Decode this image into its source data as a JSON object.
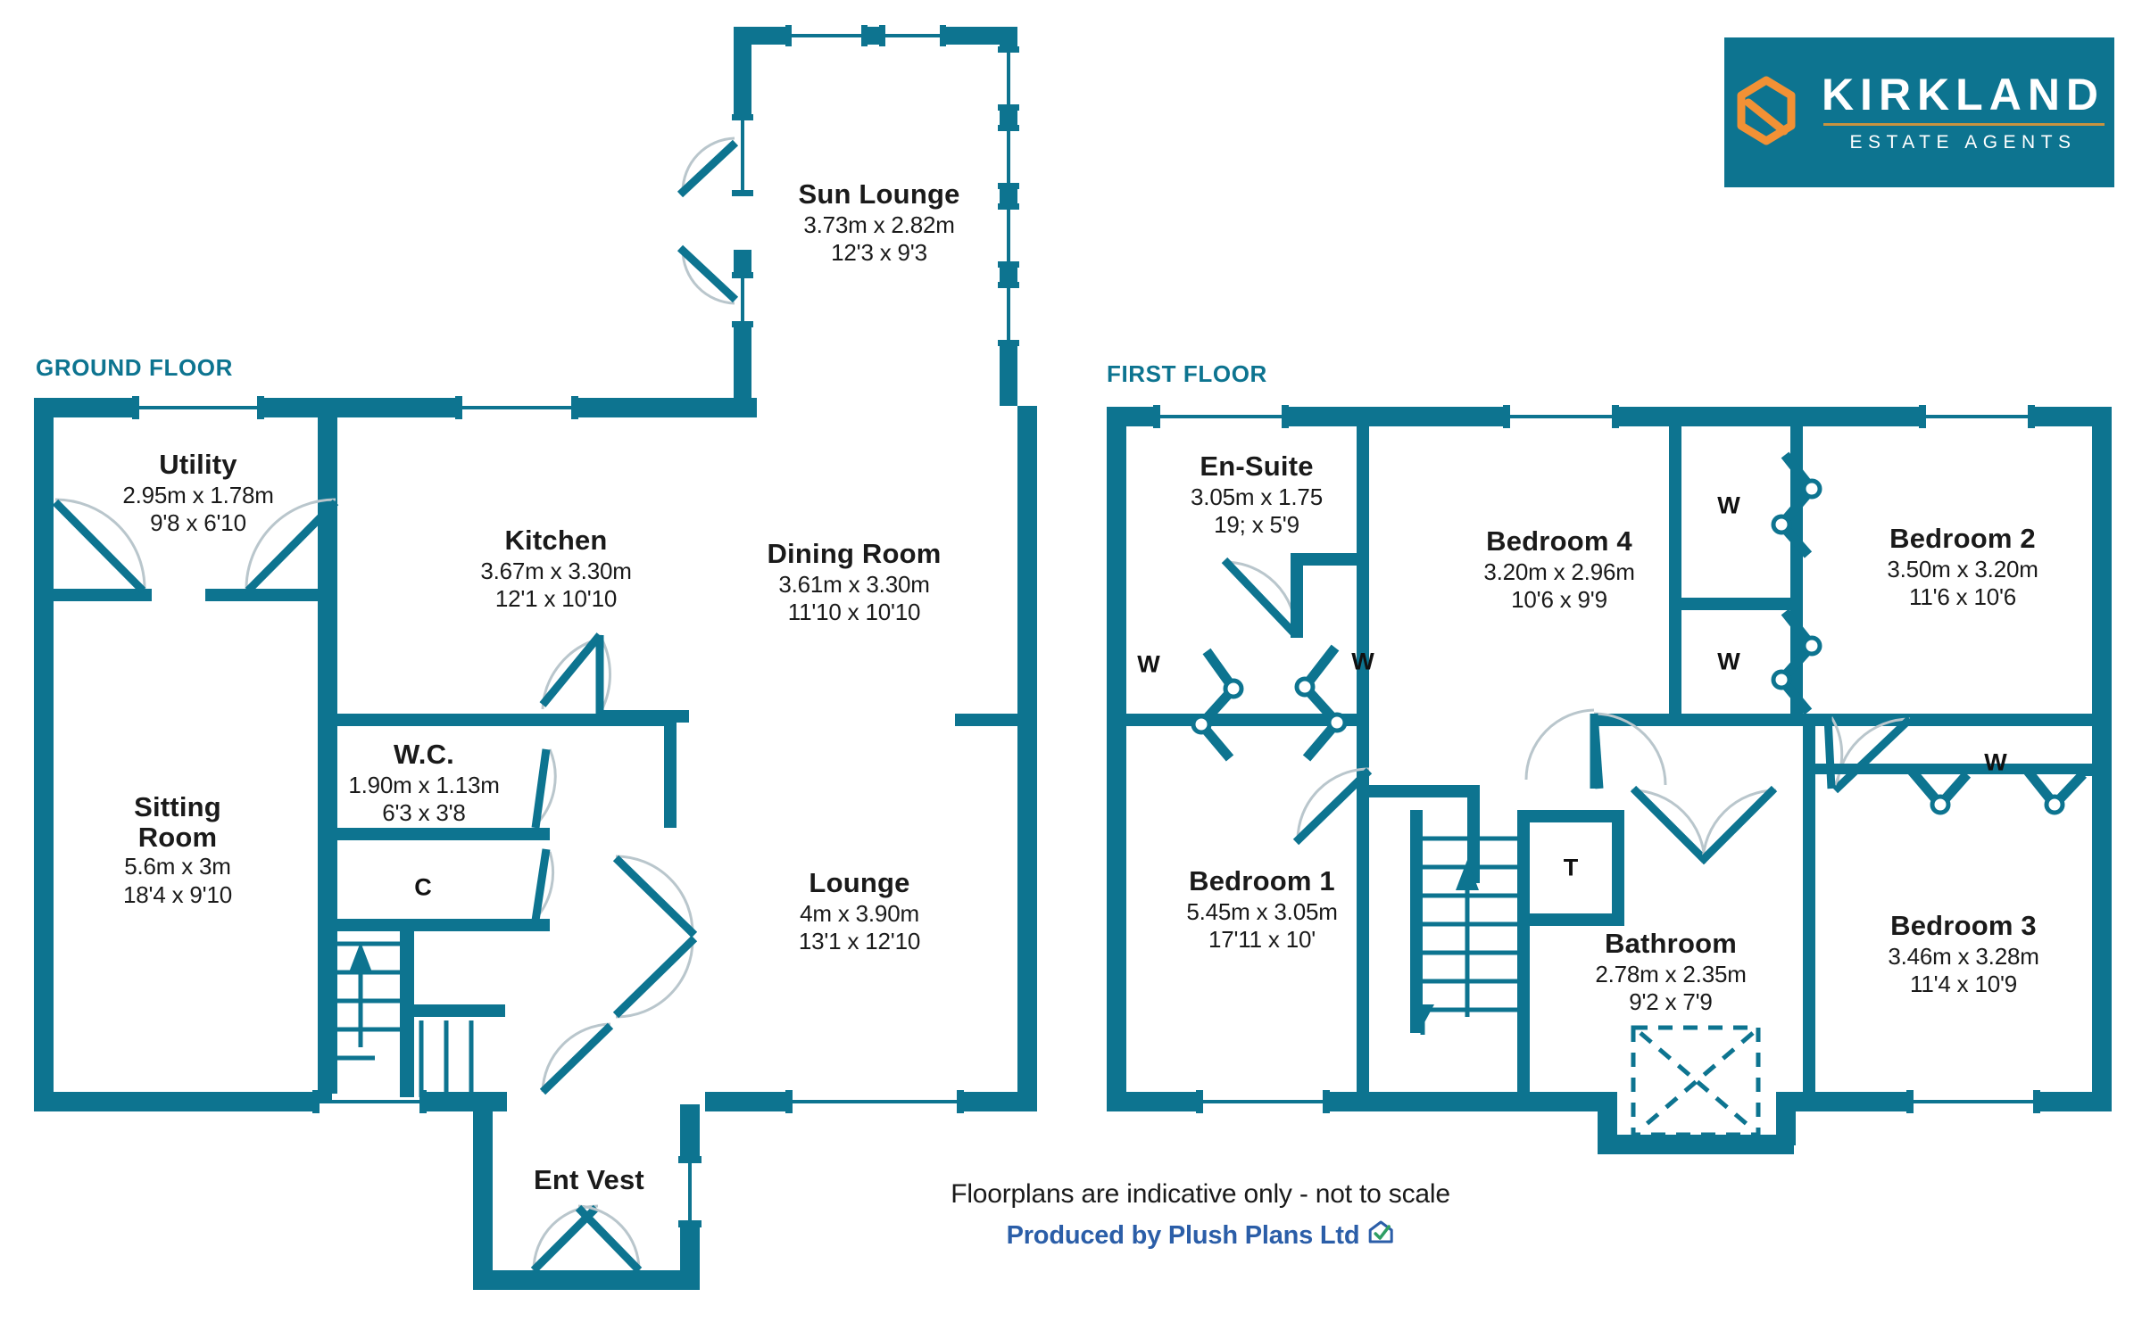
{
  "logo": {
    "name": "KIRKLAND",
    "tagline": "ESTATE AGENTS",
    "bg_color": "#0d7490",
    "accent_color": "#f29135",
    "rule_color": "#c8933f"
  },
  "theme": {
    "wall_color": "#0d7490",
    "text_color": "#1a1a1a",
    "heading_color": "#0d7490",
    "footer_link_color": "#2b5ea8"
  },
  "floors": [
    {
      "id": "ground",
      "label": "GROUND FLOOR",
      "rooms": [
        {
          "name": "Sun Lounge",
          "metric": "3.73m x 2.82m",
          "imperial": "12'3 x 9'3"
        },
        {
          "name": "Utility",
          "metric": "2.95m x 1.78m",
          "imperial": "9'8 x 6'10"
        },
        {
          "name": "Kitchen",
          "metric": "3.67m x 3.30m",
          "imperial": "12'1 x 10'10"
        },
        {
          "name": "Dining Room",
          "metric": "3.61m x 3.30m",
          "imperial": "11'10 x 10'10"
        },
        {
          "name": "W.C.",
          "metric": "1.90m x 1.13m",
          "imperial": "6'3 x 3'8"
        },
        {
          "name": "Sitting Room",
          "metric": "5.6m x 3m",
          "imperial": "18'4 x 9'10"
        },
        {
          "name": "Lounge",
          "metric": "4m x 3.90m",
          "imperial": "13'1 x 12'10"
        },
        {
          "name": "Ent Vest",
          "metric": "",
          "imperial": ""
        }
      ],
      "markers": [
        {
          "label": "C",
          "meaning": "cupboard"
        }
      ]
    },
    {
      "id": "first",
      "label": "FIRST FLOOR",
      "rooms": [
        {
          "name": "En-Suite",
          "metric": "3.05m x 1.75",
          "imperial": "19; x 5'9"
        },
        {
          "name": "Bedroom 4",
          "metric": "3.20m x 2.96m",
          "imperial": "10'6 x 9'9"
        },
        {
          "name": "Bedroom 2",
          "metric": "3.50m x 3.20m",
          "imperial": "11'6 x 10'6"
        },
        {
          "name": "Bedroom 1",
          "metric": "5.45m x 3.05m",
          "imperial": "17'11 x 10'"
        },
        {
          "name": "Bathroom",
          "metric": "2.78m x 2.35m",
          "imperial": "9'2 x 7'9"
        },
        {
          "name": "Bedroom 3",
          "metric": "3.46m x 3.28m",
          "imperial": "11'4 x 10'9"
        }
      ],
      "markers": [
        {
          "label": "W",
          "meaning": "wardrobe"
        },
        {
          "label": "W",
          "meaning": "wardrobe"
        },
        {
          "label": "W",
          "meaning": "wardrobe"
        },
        {
          "label": "W",
          "meaning": "wardrobe"
        },
        {
          "label": "W",
          "meaning": "wardrobe"
        },
        {
          "label": "T",
          "meaning": "tank-cupboard"
        }
      ]
    }
  ],
  "footer": {
    "disclaimer": "Floorplans are indicative only - not to scale",
    "producer": "Produced by Plush Plans Ltd"
  }
}
